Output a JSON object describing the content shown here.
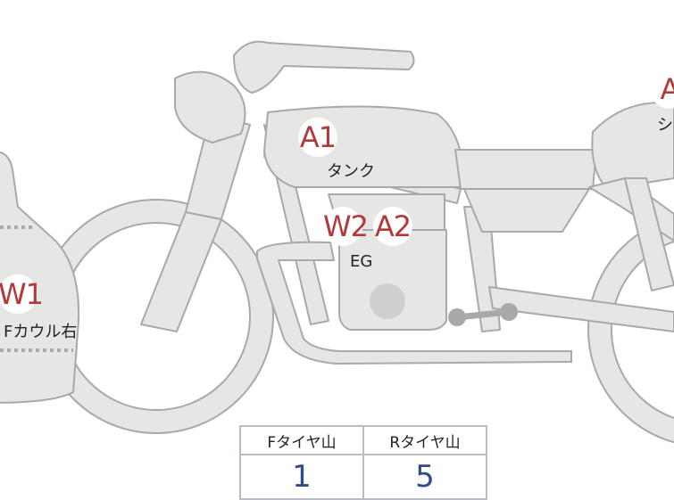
{
  "colors": {
    "body_fill": "#e6e6e4",
    "body_stroke": "#a9a9a9",
    "marker_text": "#b23a3a",
    "table_value": "#2f4a8a",
    "table_border": "#b7bcc7"
  },
  "markers": [
    {
      "code": "A1",
      "label": "タンク"
    },
    {
      "code": "W2",
      "label": "EG"
    },
    {
      "code": "A2",
      "label": ""
    },
    {
      "code": "W1",
      "label": "Fカウル右"
    },
    {
      "code": "A",
      "label": "シ"
    }
  ],
  "tire_table": {
    "headers": [
      "Fタイヤ山",
      "Rタイヤ山"
    ],
    "values": [
      "1",
      "5"
    ]
  }
}
